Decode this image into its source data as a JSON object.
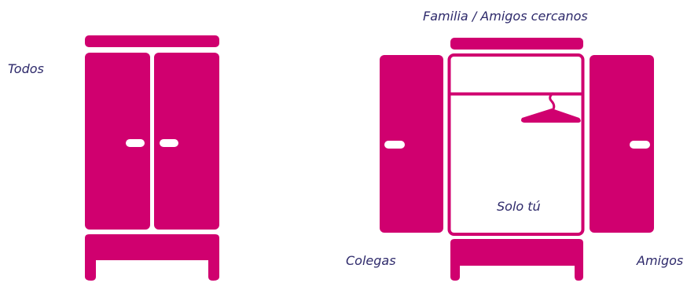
{
  "labels": {
    "everyone": "Todos",
    "family_close_friends": "Familia / Amigos cercanos",
    "only_you": "Solo tú",
    "colleagues": "Colegas",
    "friends": "Amigos"
  },
  "colors": {
    "wardrobe": "#d0006f",
    "text": "#2e2a6b",
    "background": "#ffffff"
  }
}
